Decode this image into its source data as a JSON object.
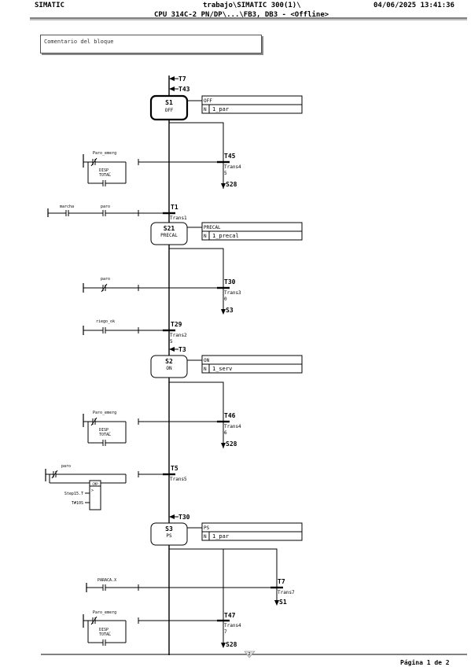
{
  "header": {
    "app": "SIMATIC",
    "path": "trabajo\\SIMATIC 300(1)\\",
    "cpu_line": "CPU 314C-2 PN/DP\\...\\FB3, DB3 - <Offline>",
    "timestamp": "04/06/2025 13:41:36"
  },
  "comment": "Comentario del bloque",
  "entry_jumps": [
    "T7",
    "T43"
  ],
  "steps": [
    {
      "id": "S1",
      "name": "OFF",
      "action_title": "OFF",
      "qualifier": "N",
      "action": "1_par"
    },
    {
      "id": "S21",
      "name": "PRECAL",
      "action_title": "PRECAL",
      "qualifier": "N",
      "action": "1_precal"
    },
    {
      "id": "S2",
      "name": "ON",
      "action_title": "ON",
      "qualifier": "N",
      "action": "1_serv"
    },
    {
      "id": "S3",
      "name": "PS",
      "action_title": "PS",
      "qualifier": "N",
      "action": "1_par"
    }
  ],
  "transitions": [
    {
      "id": "T45",
      "name": "Trans4",
      "num": "5",
      "target": "S28"
    },
    {
      "id": "T1",
      "name": "Trans1"
    },
    {
      "id": "T30",
      "name": "Trans3",
      "num": "0",
      "target": "S3"
    },
    {
      "id": "T29",
      "name": "Trans2",
      "num": "5"
    },
    {
      "id": "T46",
      "name": "Trans4",
      "num": "6",
      "target": "S28"
    },
    {
      "id": "T5",
      "name": "Trans5"
    },
    {
      "id": "T7",
      "name": "Trans7",
      "target": "S1"
    },
    {
      "id": "T47",
      "name": "Trans4",
      "num": "7",
      "target": "S28"
    }
  ],
  "mid_jumps": [
    "T3",
    "T30"
  ],
  "contacts": {
    "paro_emerg": "Paro_emerg",
    "disp_total_1": "DISP_",
    "disp_total_2": "TOTAL",
    "marcha": "marcha",
    "paro": "paro",
    "riego_ok": "riego_ok",
    "paraca": "PARACA.X"
  },
  "cmp": {
    "box": "CMP",
    "op": ">",
    "in1": "Step15.T",
    "in2": "T#10S"
  },
  "footer": {
    "page_label": "Página 1 de 2",
    "marker": "2"
  }
}
